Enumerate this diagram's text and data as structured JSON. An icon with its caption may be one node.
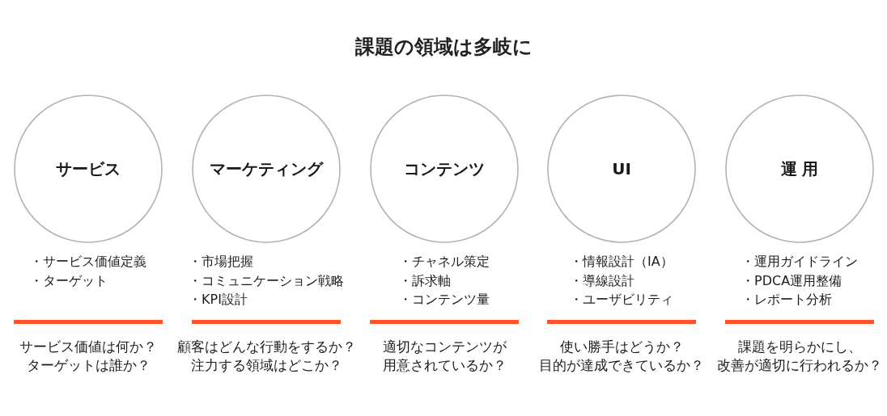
{
  "diagram": {
    "title": "課題の領域は多岐に",
    "nodes": [
      {
        "text": [
          "サービス"
        ],
        "beside": [
          "・サービス価値定義",
          "・ターゲット",
          "サービス価値は何か？ターゲットは誰か？"
        ]
      },
      {
        "text": [
          "マーケティング"
        ],
        "beside": [
          "・市場把握",
          "・コミュニケーション戦略",
          "・KPI設計",
          "顧客はどんな行動をするか？注力する領域はどこか？"
        ]
      },
      {
        "text": [
          "コンテンツ"
        ],
        "beside": [
          "・チャネル策定",
          "・訴求軸",
          "・コンテンツ量",
          "適切なコンテンツが用意されているか？"
        ]
      },
      {
        "text": [
          "UI"
        ],
        "beside": [
          "・情報設計（IA）",
          "・導線設計",
          "・ユーザビリティ",
          "使い勝手はどうか？目的が達成できているか？"
        ]
      },
      {
        "text": [
          "運 用"
        ],
        "beside": [
          "・運用ガイドライン",
          "・PDCA運用整備",
          "・レポート分析",
          "課題を明らかにし、改善が適切に行われるか？"
        ]
      }
    ]
  }
}
